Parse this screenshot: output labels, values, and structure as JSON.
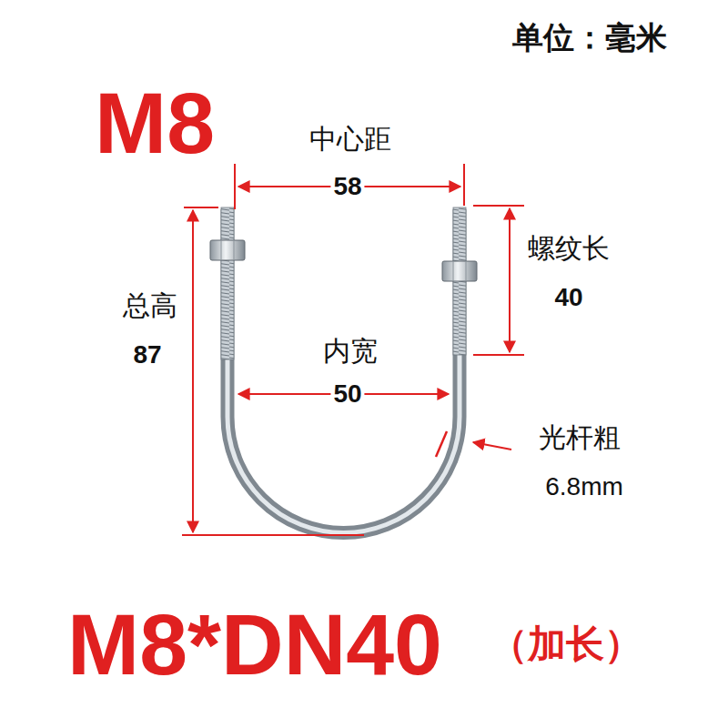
{
  "diagram": {
    "labels": [
      "单位：毫米",
      "M8",
      "中心距",
      "58",
      "螺纹长",
      "40",
      "总高",
      "87",
      "内宽",
      "50",
      "光杆粗",
      "6.8mm",
      "M8*DN40",
      "（加长）"
    ]
  }
}
